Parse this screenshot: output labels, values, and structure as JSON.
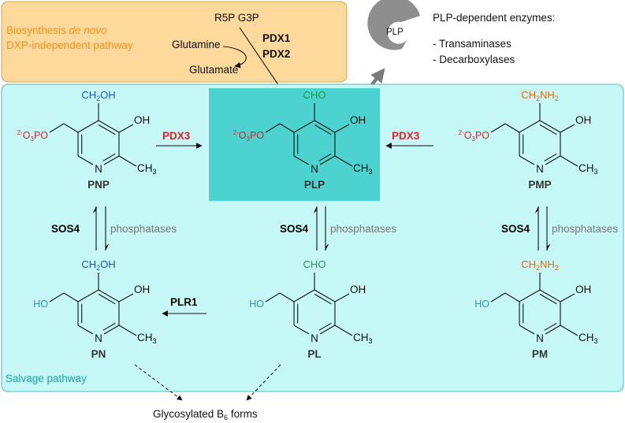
{
  "colors": {
    "denovo_box_fill": "#fdd99b",
    "denovo_box_stroke": "#d4a54a",
    "denovo_text": "#f0931e",
    "salvage_box_fill": "#c6f8f8",
    "salvage_box_stroke": "#5ab6b6",
    "salvage_text": "#1aa0a0",
    "plp_highlight": "#4cd3cf",
    "enzyme_red": "#d9252a",
    "hydroxymethyl_blue": "#1f53c6",
    "aldehyde_green": "#1f9a4e",
    "amine_orange": "#e06a17",
    "hydroxyl_light_blue": "#1e93d4",
    "gray_text": "#777777",
    "enzyme_icon": "#8e8e8e",
    "bond": "#111111"
  },
  "icons": {
    "enzyme": "pacman-enzyme-icon"
  },
  "denovo": {
    "title_prefix": "Biosynthesis ",
    "title_italic": "de novo",
    "subtitle": "DXP-independent pathway",
    "r5p_g3p": "R5P G3P",
    "glutamine": "Glutamine",
    "glutamate": "Glutamate",
    "pdx1": "PDX1",
    "pdx2": "PDX2"
  },
  "plp_enzymes": {
    "icon_label": "PLP",
    "heading": "PLP-dependent enzymes:",
    "items": [
      "- Transaminases",
      "- Decarboxylases"
    ]
  },
  "salvage": {
    "label": "Salvage pathway"
  },
  "molecules": {
    "pnp": {
      "name": "PNP",
      "top_group": "CH",
      "top_sub": "2",
      "top_tail": "OH",
      "phos_sup": "2-",
      "phos_main": "O",
      "phos_sub": "3",
      "phos_tail": "PO"
    },
    "plp": {
      "name": "PLP",
      "top_group": "CHO",
      "phos_sup": "2-",
      "phos_main": "O",
      "phos_sub": "3",
      "phos_tail": "PO"
    },
    "pmp": {
      "name": "PMP",
      "top_group": "CH",
      "top_sub": "2",
      "top_tail": "NH",
      "top_sub2": "2",
      "phos_sup": "2-",
      "phos_main": "O",
      "phos_sub": "3",
      "phos_tail": "PO"
    },
    "pn": {
      "name": "PN",
      "top_group": "CH",
      "top_sub": "2",
      "top_tail": "OH",
      "left_group": "HO"
    },
    "pl": {
      "name": "PL",
      "top_group": "CHO",
      "left_group": "HO"
    },
    "pm": {
      "name": "PM",
      "top_group": "CH",
      "top_sub": "2",
      "top_tail": "NH",
      "top_sub2": "2",
      "left_group": "HO"
    },
    "ring": {
      "oh": "OH",
      "n": "N",
      "ch": "CH",
      "ch_sub": "3"
    }
  },
  "reactions": {
    "pdx3_left": "PDX3",
    "pdx3_right": "PDX3",
    "sos4": "SOS4",
    "phosphatases": "phosphatases",
    "plr1": "PLR1"
  },
  "glycosylated": {
    "main": "Glycosylated B",
    "sub": "6",
    "tail": " forms"
  }
}
